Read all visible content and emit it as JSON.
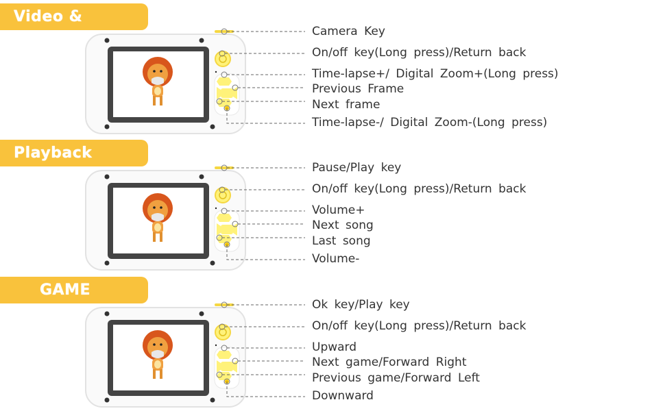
{
  "colors": {
    "banner": "#f9c23c",
    "button": "#fff27a",
    "button_ring": "#f5d742",
    "text": "#333333"
  },
  "sections": [
    {
      "title": "Video & Photos",
      "title_align": "left",
      "labels": [
        "Camera Key",
        "On/off key(Long press)/Return back",
        "Time-lapse+/ Digital Zoom+(Long press)",
        "Previous Frame",
        "Next frame",
        "Time-lapse-/ Digital Zoom-(Long press)"
      ]
    },
    {
      "title": "Playback",
      "title_align": "left",
      "labels": [
        "Pause/Play key",
        "On/off key(Long press)/Return back",
        "Volume+",
        "Next song",
        "Last song",
        "Volume-"
      ]
    },
    {
      "title": "GAME",
      "title_align": "center",
      "labels": [
        "Ok key/Play key",
        "On/off key(Long press)/Return back",
        "Upward",
        "Next game/Forward Right",
        "Previous game/Forward Left",
        "Downward"
      ]
    }
  ]
}
